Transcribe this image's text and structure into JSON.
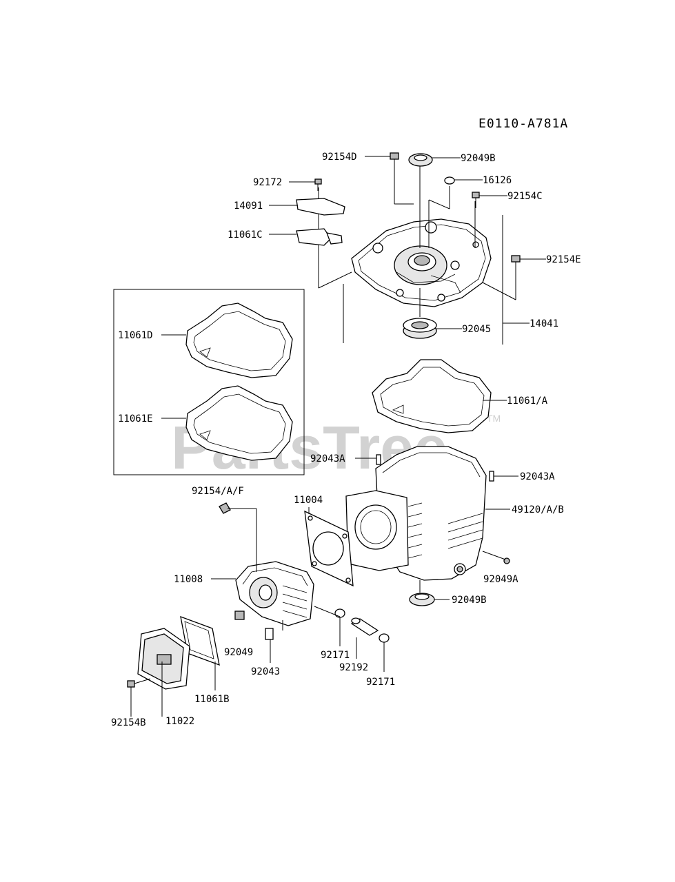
{
  "diagram_code": "E0110-A781A",
  "watermark": {
    "text": "PartsTree",
    "trademark": "TM"
  },
  "labels": {
    "p92154D": "92154D",
    "p92049B_top": "92049B",
    "p92172": "92172",
    "p16126": "16126",
    "p92154C": "92154C",
    "p14091": "14091",
    "p11061C": "11061C",
    "p92154E": "92154E",
    "p92045": "92045",
    "p14041": "14041",
    "p11061D": "11061D",
    "p11061E": "11061E",
    "p11061A": "11061/A",
    "p92043A_left": "92043A",
    "p92043A_right": "92043A",
    "p49120": "49120/A/B",
    "p92154AF": "92154/A/F",
    "p11004": "11004",
    "p92049A": "92049A",
    "p11008": "11008",
    "p92049B_bottom": "92049B",
    "p92049": "92049",
    "p92171_left": "92171",
    "p92192": "92192",
    "p92171_right": "92171",
    "p92043": "92043",
    "p11061B": "11061B",
    "p92154B": "92154B",
    "p11022": "11022"
  }
}
